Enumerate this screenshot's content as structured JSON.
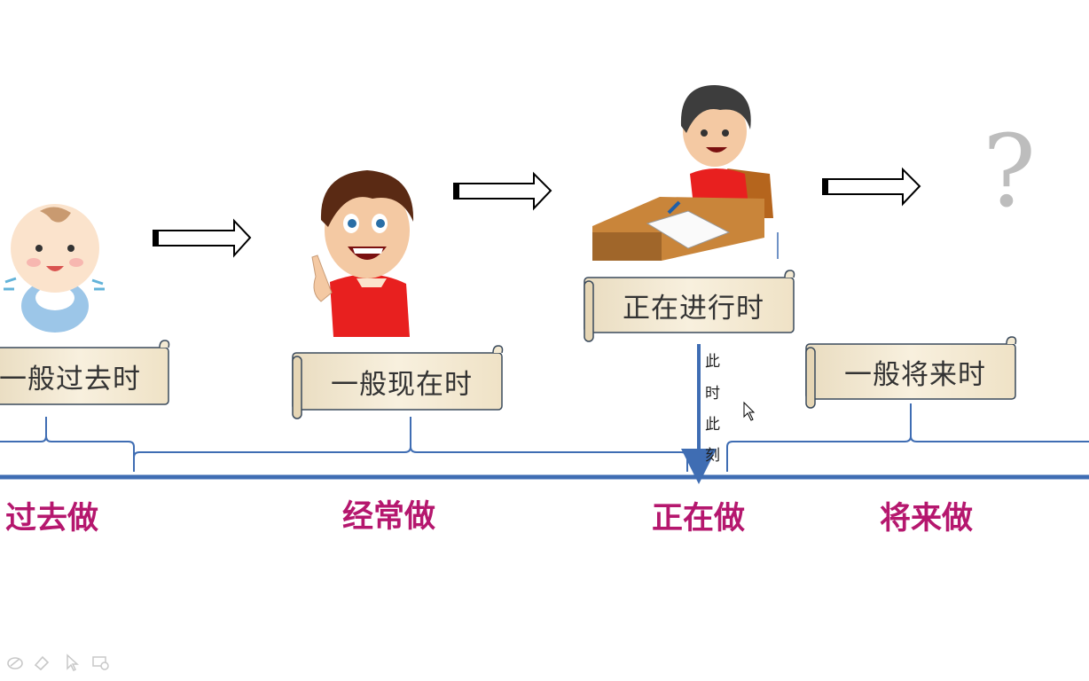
{
  "tenses": [
    {
      "label": "一般过去时",
      "phrase": "过去做",
      "figure": "baby"
    },
    {
      "label": "一般现在时",
      "phrase": "经常做",
      "figure": "boy-pointing"
    },
    {
      "label": "正在进行时",
      "phrase": "正在做",
      "figure": "boy-writing"
    },
    {
      "label": "一般将来时",
      "phrase": "将来做",
      "figure": "question-mark"
    }
  ],
  "now_marker": {
    "chars": [
      "此",
      "时",
      "此",
      "刻"
    ]
  },
  "question_mark": "?",
  "colors": {
    "timeline": "#3f6db3",
    "brace": "#3f6db3",
    "phrase_text": "#b5176e",
    "scroll_fill": "#f3e9d2",
    "scroll_border": "#3a4a5c"
  },
  "toolbar": {
    "icons": [
      "pen-icon",
      "eraser-icon",
      "pointer-icon",
      "screen-icon"
    ]
  }
}
